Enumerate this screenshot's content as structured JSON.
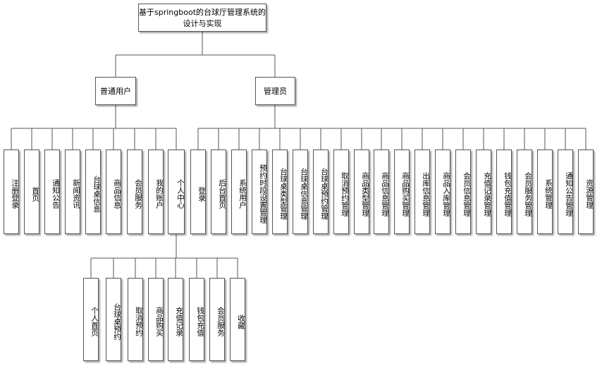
{
  "root": {
    "label": "基于springboot的台球厅管理系统的设计与实现"
  },
  "branches": [
    {
      "label": "普通用户",
      "children": [
        {
          "label": "注册登录"
        },
        {
          "label": "首页"
        },
        {
          "label": "通知公告"
        },
        {
          "label": "新闻资讯"
        },
        {
          "label": "台球桌信息"
        },
        {
          "label": "商品信息"
        },
        {
          "label": "会员服务"
        },
        {
          "label": "我的账户"
        },
        {
          "label": "个人中心",
          "children": [
            {
              "label": "个人首页"
            },
            {
              "label": "台球桌预约"
            },
            {
              "label": "取消预约"
            },
            {
              "label": "商品购买"
            },
            {
              "label": "充值记录"
            },
            {
              "label": "钱包充值"
            },
            {
              "label": "会员服务"
            },
            {
              "label": "收藏"
            }
          ]
        }
      ]
    },
    {
      "label": "管理员",
      "children": [
        {
          "label": "登录"
        },
        {
          "label": "后台首页"
        },
        {
          "label": "系统用户"
        },
        {
          "label": "预约时段设置管理"
        },
        {
          "label": "台球桌类型管理"
        },
        {
          "label": "台球桌信息管理"
        },
        {
          "label": "台球桌预约管理"
        },
        {
          "label": "取消预约管理"
        },
        {
          "label": "商品类型管理"
        },
        {
          "label": "商品信息管理"
        },
        {
          "label": "商品购买管理"
        },
        {
          "label": "出库信息管理"
        },
        {
          "label": "商品入库管理"
        },
        {
          "label": "会员信息管理"
        },
        {
          "label": "充值记录管理"
        },
        {
          "label": "钱包充值管理"
        },
        {
          "label": "会员服务管理"
        },
        {
          "label": "系统管理"
        },
        {
          "label": "通知公告管理"
        },
        {
          "label": "资源管理"
        }
      ]
    }
  ]
}
